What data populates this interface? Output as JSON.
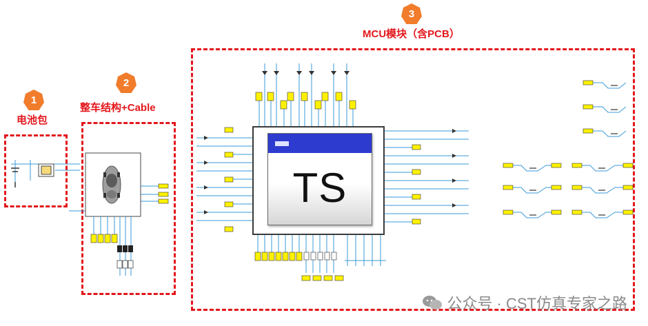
{
  "sections": [
    {
      "number": "1",
      "title": "电池包"
    },
    {
      "number": "2",
      "title": "整车结构+Cable"
    },
    {
      "number": "3",
      "title": "MCU模块（含PCB）"
    }
  ],
  "mcu_label": "TS",
  "watermark": "公众号 · CST仿真专家之路",
  "colors": {
    "accent": "#e3161b",
    "badge": "#f07c2c",
    "wire": "#3a9ad9",
    "port": "#fff200",
    "titlebar": "#2d3bcf"
  }
}
